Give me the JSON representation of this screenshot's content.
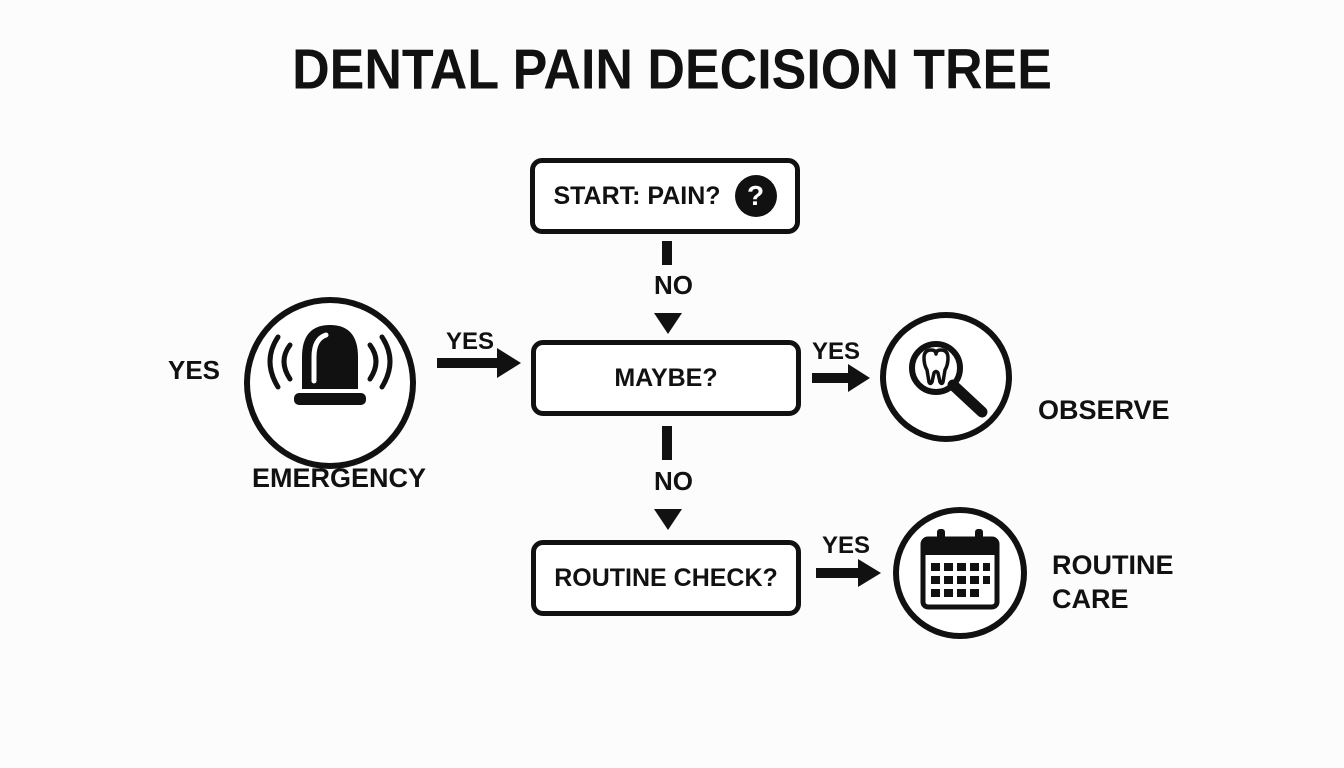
{
  "title": "DENTAL PAIN DECISION TREE",
  "nodes": {
    "start": "START: PAIN?",
    "maybe": "MAYBE?",
    "routine_check": "ROUTINE CHECK?"
  },
  "question_mark": "?",
  "edges": {
    "start_to_maybe": "NO",
    "maybe_to_routine": "NO",
    "to_emergency": "YES",
    "maybe_to_observe": "YES",
    "routine_to_care": "YES",
    "left_yes": "YES"
  },
  "outcomes": {
    "emergency": "EMERGENCY",
    "observe": "OBSERVE",
    "routine_care_line1": "ROUTINE",
    "routine_care_line2": "CARE"
  },
  "icons": {
    "emergency": "siren-icon",
    "observe": "tooth-magnifier-icon",
    "routine_care": "calendar-icon"
  }
}
